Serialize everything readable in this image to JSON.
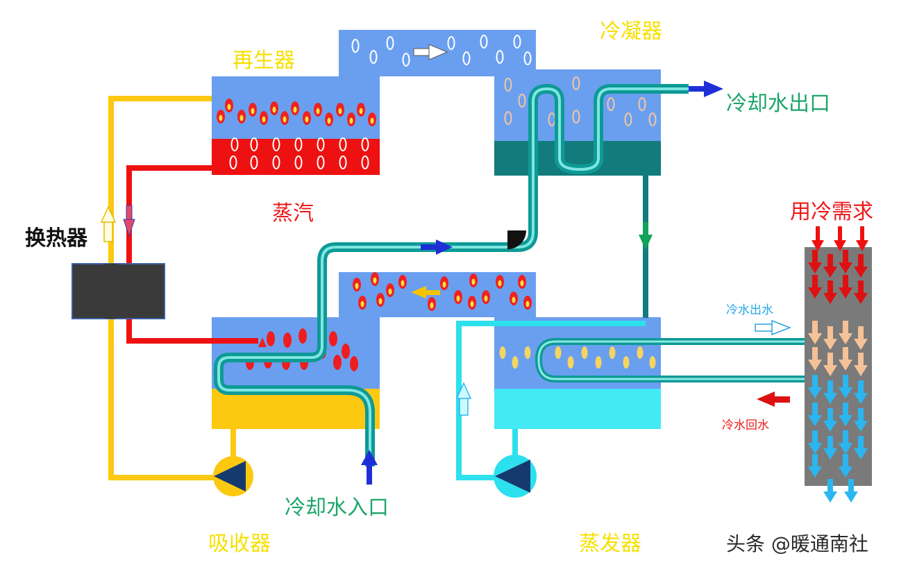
{
  "labels": {
    "regenerator": "再生器",
    "condenser": "冷凝器",
    "cooling_water_out": "冷却水出口",
    "steam": "蒸汽",
    "heat_exchanger": "换热器",
    "cooling_demand": "用冷需求",
    "chilled_water_out": "冷水出水",
    "chilled_water_return": "冷水回水",
    "cooling_water_in": "冷却水入口",
    "absorber": "吸收器",
    "evaporator": "蒸发器",
    "watermark": "头条 @暖通南社"
  },
  "colors": {
    "vessel_blue": "#6a9ff0",
    "red": "#ee1111",
    "yellow": "#fcc810",
    "teal": "#0e9a96",
    "dark_teal": "#127c7c",
    "cyan": "#2de0ee",
    "light_cyan": "#43e9f5",
    "label_yellow": "#f6e000",
    "label_green": "#1da56a",
    "label_red": "#ee1818",
    "label_blue": "#24a8ea",
    "hx_grey": "#7a7a7a"
  }
}
